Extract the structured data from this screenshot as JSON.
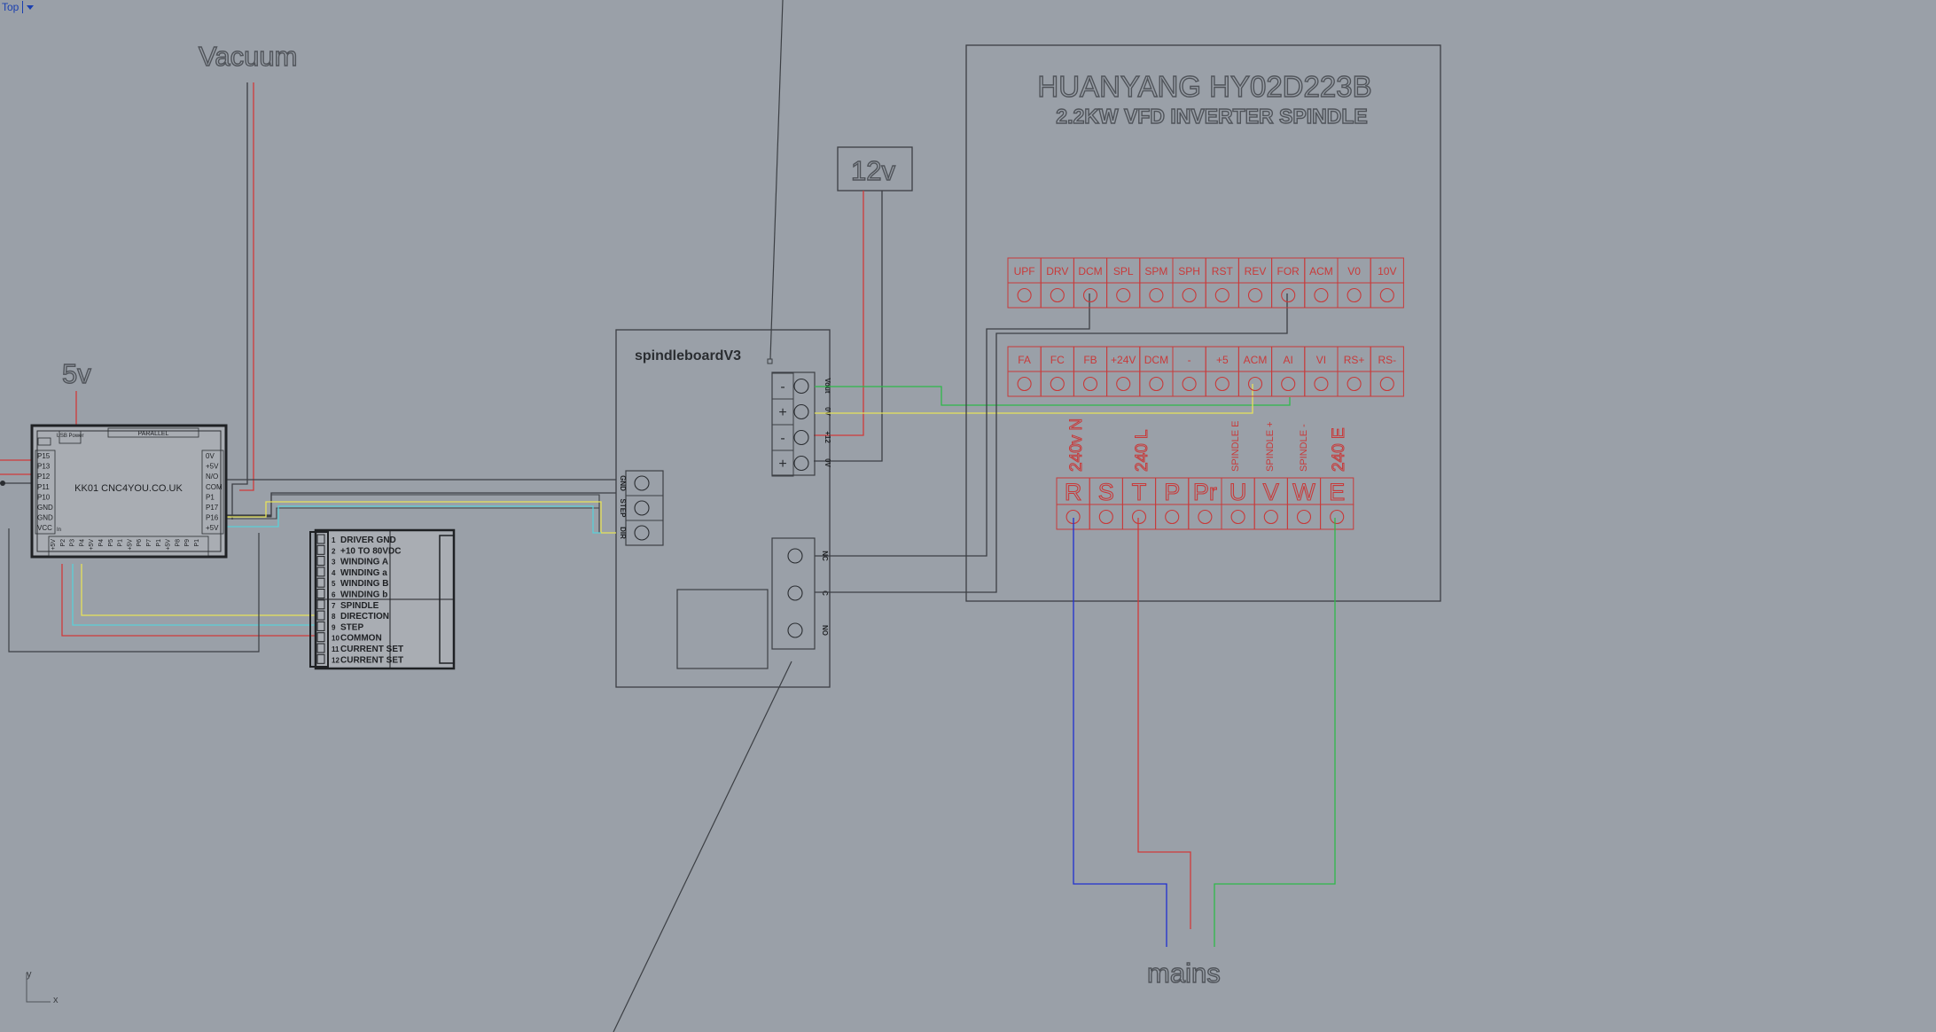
{
  "viewport": {
    "name": "Top"
  },
  "labels": {
    "vacuum": "Vacuum",
    "five_v": "5v",
    "twelve_v": "12v",
    "mains": "mains"
  },
  "vfd": {
    "title": "HUANYANG HY02D223B",
    "subtitle": "2.2KW VFD INVERTER SPINDLE",
    "row1": [
      "UPF",
      "DRV",
      "DCM",
      "SPL",
      "SPM",
      "SPH",
      "RST",
      "REV",
      "FOR",
      "ACM",
      "V0",
      "10V"
    ],
    "row2": [
      "FA",
      "FC",
      "FB",
      "+24V",
      "DCM",
      "-",
      "+5",
      "ACM",
      "AI",
      "VI",
      "RS+",
      "RS-"
    ],
    "power": [
      "R",
      "S",
      "T",
      "P",
      "Pr",
      "U",
      "V",
      "W",
      "E"
    ],
    "vertical_labels": [
      "240v N",
      "240 L",
      "SPINDLE E",
      "SPINDLE +",
      "SPINDLE -",
      "240 E"
    ]
  },
  "spindleboard": {
    "title": "spindleboardV3",
    "top_terms": [
      "-",
      "+",
      "-",
      "+"
    ],
    "top_labels": [
      "Vout",
      "0V",
      "+12",
      "0V"
    ],
    "left_labels": [
      "GND",
      "STEP",
      "DIR"
    ],
    "relay_labels": [
      "NC",
      "C",
      "NO"
    ]
  },
  "kk01": {
    "label": "KK01 CNC4YOU.CO.UK",
    "parallel": "PARALLEL",
    "usb": "USB Power",
    "left_pins": [
      "P15",
      "P13",
      "P12",
      "P11",
      "P10",
      "GND",
      "GND",
      "VCC"
    ],
    "right_pins": [
      "0V",
      "+5V",
      "N/O",
      "COM",
      "P1",
      "P17",
      "P16",
      "+5V"
    ],
    "bottom_pins": [
      "+5V",
      "P2",
      "P3",
      "P4",
      "+5V",
      "P4",
      "P5",
      "P1",
      "+5V",
      "P6",
      "P7",
      "P1",
      "+5V",
      "P8",
      "P9",
      "P1"
    ],
    "small": [
      "In"
    ]
  },
  "driver": {
    "labels": [
      "DRIVER GND",
      "+10 TO 80VDC",
      "WINDING A",
      "WINDING a",
      "WINDING B",
      "WINDING b",
      "SPINDLE",
      "DIRECTION",
      "STEP",
      "COMMON",
      "CURRENT SET",
      "CURRENT SET"
    ]
  },
  "axes": {
    "x": "x",
    "y": "y"
  },
  "colors": {
    "bg": "#9aa0a8",
    "line": "#3c3f44",
    "red": "#d03a3a",
    "yellow": "#e6e25a",
    "cyan": "#5ad0d8",
    "green": "#2fb84a",
    "blue": "#2030d0",
    "vfd_text": "#c83a3a"
  }
}
